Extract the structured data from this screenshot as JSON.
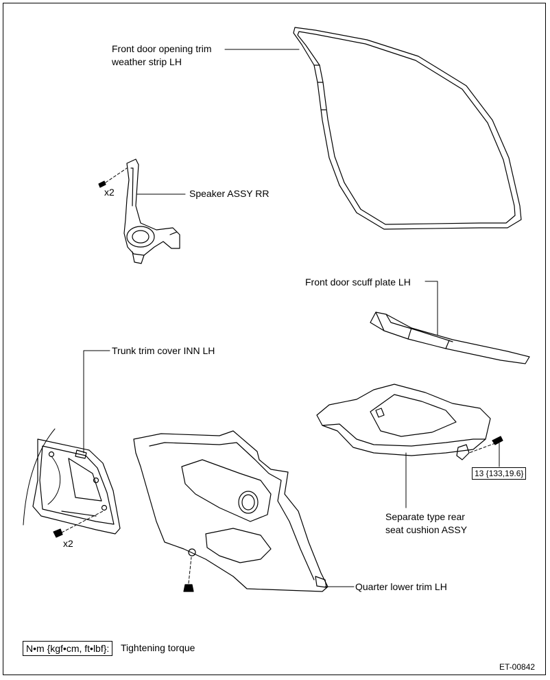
{
  "labels": {
    "front_door_weather_strip_line1": "Front door opening trim",
    "front_door_weather_strip_line2": "weather strip LH",
    "speaker": "Speaker ASSY RR",
    "speaker_qty": "x2",
    "scuff_plate": "Front door scuff plate LH",
    "trunk_trim": "Trunk trim cover INN LH",
    "trunk_qty": "x2",
    "seat_cushion_line1": "Separate type rear",
    "seat_cushion_line2": "seat cushion ASSY",
    "quarter_trim": "Quarter lower trim LH"
  },
  "torque": {
    "seat_bolt": "13 {133,19.6}"
  },
  "legend": {
    "unit": "N•m {kgf•cm, ft•lbf}:",
    "meaning": "Tightening torque"
  },
  "doc_id": "ET-00842"
}
